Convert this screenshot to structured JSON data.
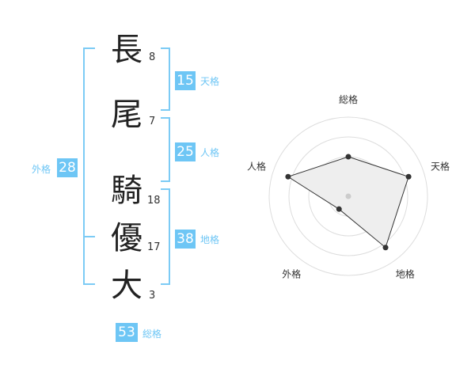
{
  "name": {
    "characters": [
      {
        "char": "長",
        "strokes": "8"
      },
      {
        "char": "尾",
        "strokes": "7"
      },
      {
        "char": "騎",
        "strokes": "18"
      },
      {
        "char": "優",
        "strokes": "17"
      },
      {
        "char": "大",
        "strokes": "3"
      }
    ]
  },
  "fortune": {
    "tenkaku": {
      "value": "15",
      "label": "天格"
    },
    "jinkaku": {
      "value": "25",
      "label": "人格"
    },
    "chikaku": {
      "value": "38",
      "label": "地格"
    },
    "gaikaku": {
      "value": "28",
      "label": "外格"
    },
    "soukaku": {
      "value": "53",
      "label": "総格"
    }
  },
  "colors": {
    "accent": "#6ec6f5",
    "radar_fill": "#eeeeee",
    "radar_ring": "#dddddd"
  },
  "chart_data": {
    "type": "radar",
    "axes": [
      "総格",
      "天格",
      "地格",
      "外格",
      "人格"
    ],
    "values": [
      0.5,
      0.8,
      0.8,
      0.2,
      0.8
    ],
    "rings": 4,
    "max": 1
  }
}
